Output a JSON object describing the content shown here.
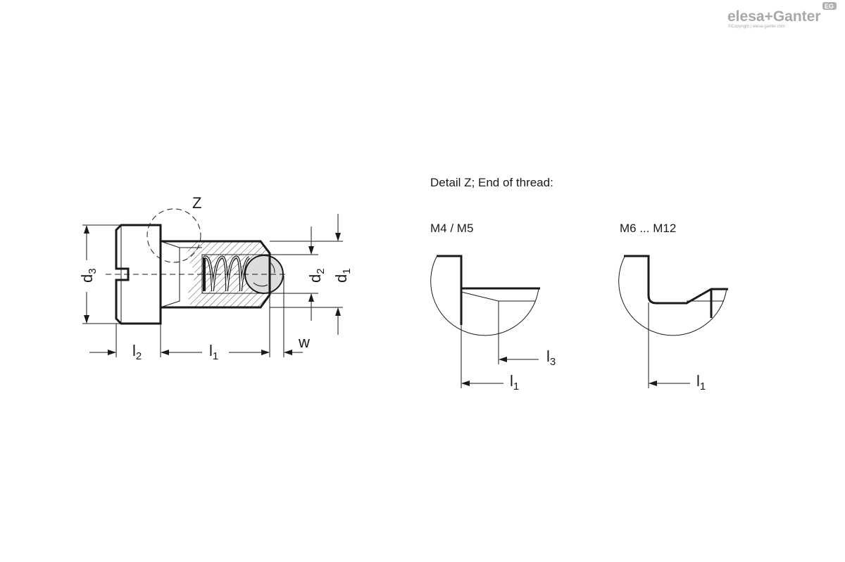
{
  "logo": {
    "brand": "elesa+Ganter",
    "badge": "EG",
    "copyright": "©Copyright | elesa-ganter.com"
  },
  "main_view": {
    "detail_marker": "Z",
    "dims": {
      "d3": "d",
      "d3_sub": "3",
      "d2": "d",
      "d2_sub": "2",
      "d1": "d",
      "d1_sub": "1",
      "l2": "l",
      "l2_sub": "2",
      "l1": "l",
      "l1_sub": "1",
      "w": "w"
    }
  },
  "detail": {
    "title": "Detail Z; End of thread:",
    "left": {
      "label": "M4 / M5",
      "l3": "l",
      "l3_sub": "3",
      "l1": "l",
      "l1_sub": "1"
    },
    "right": {
      "label": "M6 ... M12",
      "l1": "l",
      "l1_sub": "1"
    }
  }
}
